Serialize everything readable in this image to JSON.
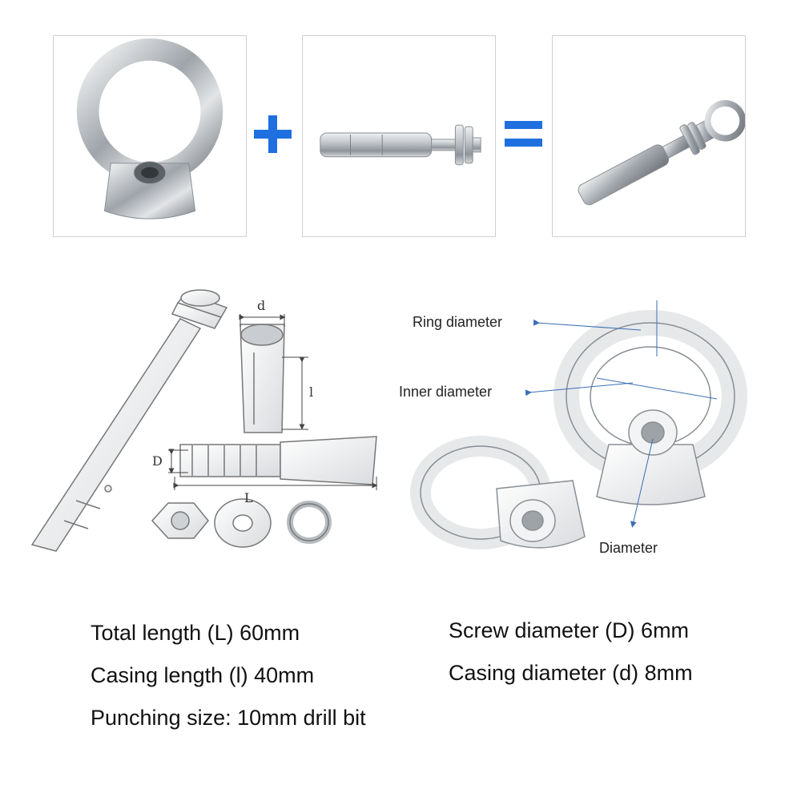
{
  "colors": {
    "operator_blue": "#1f6fe0",
    "annotation_blue": "#3b6fb5",
    "steel": "#b9bdc2"
  },
  "dimension_labels": {
    "d": "d",
    "l": "l",
    "D": "D",
    "L": "L"
  },
  "callouts": {
    "ring_diameter": "Ring diameter",
    "inner_diameter": "Inner diameter",
    "diameter": "Diameter"
  },
  "specs": {
    "total_length": "Total length (L) 60mm",
    "casing_length": "Casing length (l) 40mm",
    "punching_size": "Punching size: 10mm drill bit",
    "screw_diameter": "Screw diameter (D) 6mm",
    "casing_diameter": "Casing diameter (d) 8mm"
  },
  "icons": [
    "plus-icon",
    "equals-icon",
    "eye-nut-image",
    "expansion-bolt-image",
    "eye-bolt-assembly-image"
  ]
}
